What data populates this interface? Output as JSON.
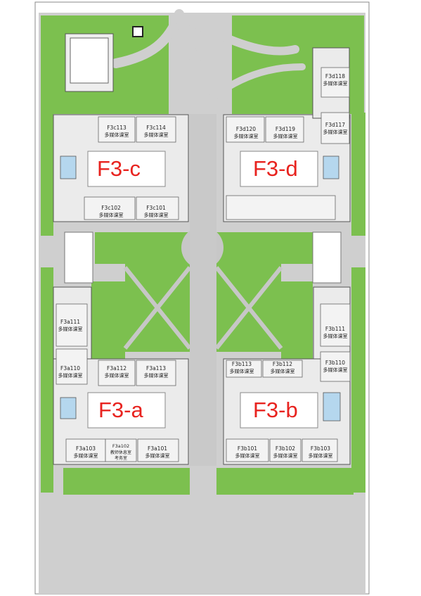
{
  "buildings": [
    {
      "id": "c",
      "label": "F3-c"
    },
    {
      "id": "d",
      "label": "F3-d"
    },
    {
      "id": "a",
      "label": "F3-a"
    },
    {
      "id": "b",
      "label": "F3-b"
    }
  ],
  "rooms": {
    "c113": {
      "code": "F3c113",
      "name": "多媒体课室"
    },
    "c114": {
      "code": "F3c114",
      "name": "多媒体课室"
    },
    "c102": {
      "code": "F3c102",
      "name": "多媒体课室"
    },
    "c101": {
      "code": "F3c101",
      "name": "多媒体课室"
    },
    "d120": {
      "code": "F3d120",
      "name": "多媒体课室"
    },
    "d119": {
      "code": "F3d119",
      "name": "多媒体课室"
    },
    "d118": {
      "code": "F3d118",
      "name": "多媒体课室"
    },
    "d117": {
      "code": "F3d117",
      "name": "多媒体课室"
    },
    "a111": {
      "code": "F3a111",
      "name": "多媒体课室"
    },
    "a110": {
      "code": "F3a110",
      "name": "多媒体课室"
    },
    "a112": {
      "code": "F3a112",
      "name": "多媒体课室"
    },
    "a113": {
      "code": "F3a113",
      "name": "多媒体课室"
    },
    "a103": {
      "code": "F3a103",
      "name": "多媒体课室"
    },
    "a102": {
      "code": "F3a102",
      "name": "教师休息室",
      "name2": "考务室"
    },
    "a101": {
      "code": "F3a101",
      "name": "多媒体课室"
    },
    "b113": {
      "code": "F3b113",
      "name": "多媒体课室"
    },
    "b112": {
      "code": "F3b112",
      "name": "多媒体课室"
    },
    "b111": {
      "code": "F3b111",
      "name": "多媒体课室"
    },
    "b110": {
      "code": "F3b110",
      "name": "多媒体课室"
    },
    "b101": {
      "code": "F3b101",
      "name": "多媒体课室"
    },
    "b102": {
      "code": "F3b102",
      "name": "多媒体课室"
    },
    "b103": {
      "code": "F3b103",
      "name": "多媒体课室"
    }
  },
  "colors": {
    "grass": "#7cc04f",
    "plaza": "#cfcfcf",
    "label": "#e8231f",
    "stair": "#b5d7ee"
  }
}
